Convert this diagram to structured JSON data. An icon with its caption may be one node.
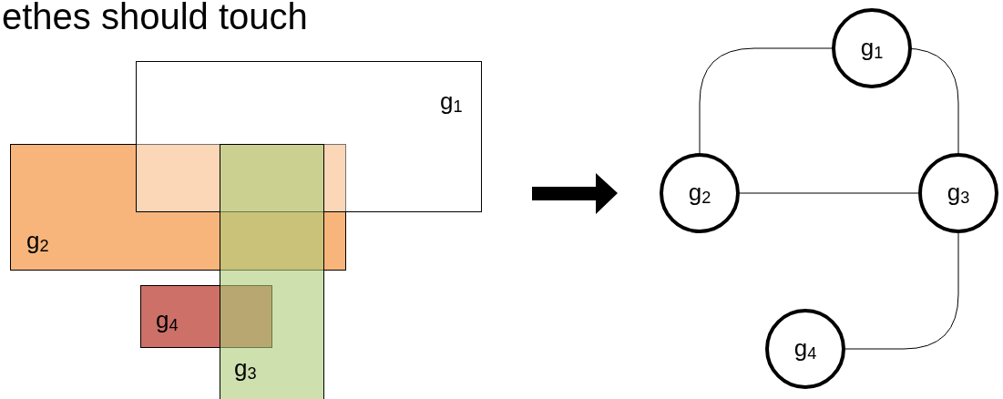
{
  "diagram": {
    "title": "ethes should touch",
    "nodes": [
      {
        "text": [
          "g$_{1}$"
        ]
      },
      {
        "text": [
          "g$_{2}$"
        ]
      },
      {
        "text": [
          "g$_{3}$"
        ]
      },
      {
        "text": [
          "g$_{4}$"
        ]
      },
      {
        "text": [
          "g$_{1}$"
        ]
      },
      {
        "text": [
          "g$_{2}$"
        ]
      },
      {
        "text": [
          "g$_{3}$"
        ]
      },
      {
        "text": [
          "g$_{4}$"
        ]
      }
    ],
    "edges": [
      {
        "from": 5,
        "to": 4,
        "arrow": "none"
      },
      {
        "from": 4,
        "to": 6,
        "arrow": "none"
      },
      {
        "from": 5,
        "to": 6,
        "arrow": "none"
      },
      {
        "from": 6,
        "to": 7,
        "arrow": "none"
      }
    ]
  }
}
